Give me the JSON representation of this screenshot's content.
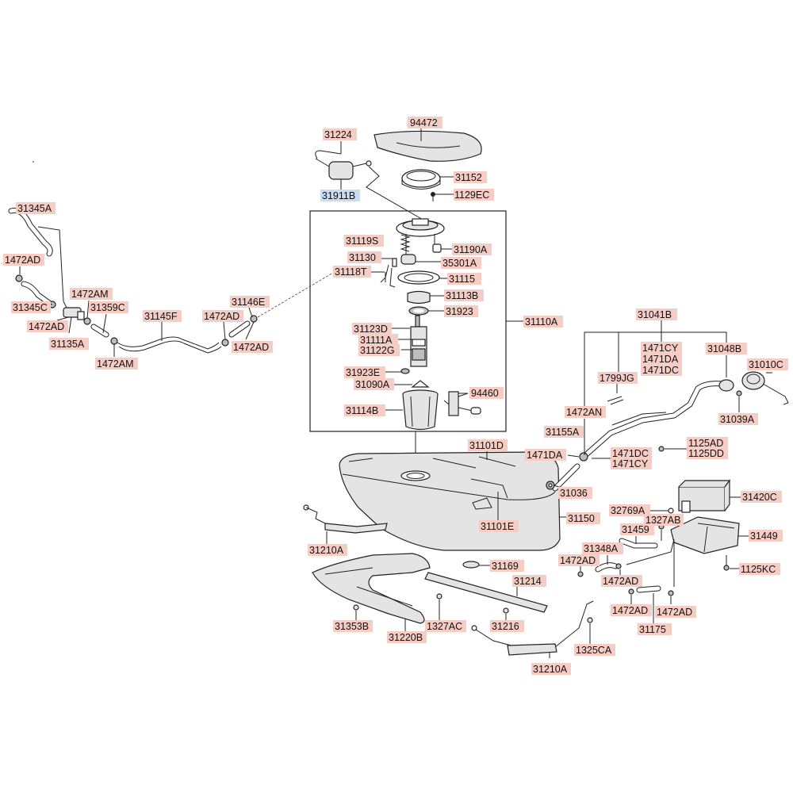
{
  "diagram": {
    "colors": {
      "label_bg": "#f6cdc4",
      "selected_label_bg": "#c9dcf2",
      "line": "#222222"
    },
    "labels": [
      {
        "id": "31224",
        "text": "31224"
      },
      {
        "id": "94472",
        "text": "94472"
      },
      {
        "id": "31152",
        "text": "31152"
      },
      {
        "id": "31911B",
        "text": "31911B",
        "selected": true
      },
      {
        "id": "1129EC",
        "text": "1129EC"
      },
      {
        "id": "31119S",
        "text": "31119S"
      },
      {
        "id": "31190A",
        "text": "31190A"
      },
      {
        "id": "31130",
        "text": "31130"
      },
      {
        "id": "35301A",
        "text": "35301A"
      },
      {
        "id": "31118T",
        "text": "31118T"
      },
      {
        "id": "31115",
        "text": "31115"
      },
      {
        "id": "31113B",
        "text": "31113B"
      },
      {
        "id": "31923",
        "text": "31923"
      },
      {
        "id": "31110A",
        "text": "31110A"
      },
      {
        "id": "31123D",
        "text": "31123D"
      },
      {
        "id": "31111A",
        "text": "31111A"
      },
      {
        "id": "31122G",
        "text": "31122G"
      },
      {
        "id": "31923E",
        "text": "31923E"
      },
      {
        "id": "31090A",
        "text": "31090A"
      },
      {
        "id": "94460",
        "text": "94460"
      },
      {
        "id": "31114B",
        "text": "31114B"
      },
      {
        "id": "31345A",
        "text": "31345A"
      },
      {
        "id": "1472AD_a",
        "text": "1472AD"
      },
      {
        "id": "31345C",
        "text": "31345C"
      },
      {
        "id": "1472AM_a",
        "text": "1472AM"
      },
      {
        "id": "31359C",
        "text": "31359C"
      },
      {
        "id": "1472AD_b",
        "text": "1472AD"
      },
      {
        "id": "31135A",
        "text": "31135A"
      },
      {
        "id": "31145F",
        "text": "31145F"
      },
      {
        "id": "1472AD_c",
        "text": "1472AD"
      },
      {
        "id": "31146E",
        "text": "31146E"
      },
      {
        "id": "1472AD_d",
        "text": "1472AD"
      },
      {
        "id": "1472AM_b",
        "text": "1472AM"
      },
      {
        "id": "31041B",
        "text": "31041B"
      },
      {
        "id": "1471CY_a",
        "text": "1471CY"
      },
      {
        "id": "1471DA_a",
        "text": "1471DA"
      },
      {
        "id": "1471DC_a",
        "text": "1471DC"
      },
      {
        "id": "31048B",
        "text": "31048B"
      },
      {
        "id": "31010C",
        "text": "31010C"
      },
      {
        "id": "1799JG",
        "text": "1799JG"
      },
      {
        "id": "1472AN",
        "text": "1472AN"
      },
      {
        "id": "31039A",
        "text": "31039A"
      },
      {
        "id": "31155A",
        "text": "31155A"
      },
      {
        "id": "1125AD",
        "text": "1125AD"
      },
      {
        "id": "1125DD",
        "text": "1125DD"
      },
      {
        "id": "1471DA_b",
        "text": "1471DA"
      },
      {
        "id": "1471DC_b",
        "text": "1471DC"
      },
      {
        "id": "1471CY_b",
        "text": "1471CY"
      },
      {
        "id": "31036",
        "text": "31036"
      },
      {
        "id": "31101D",
        "text": "31101D"
      },
      {
        "id": "31101E",
        "text": "31101E"
      },
      {
        "id": "31150",
        "text": "31150"
      },
      {
        "id": "31420C",
        "text": "31420C"
      },
      {
        "id": "32769A",
        "text": "32769A"
      },
      {
        "id": "1327AB",
        "text": "1327AB"
      },
      {
        "id": "31459",
        "text": "31459"
      },
      {
        "id": "31449",
        "text": "31449"
      },
      {
        "id": "31348A",
        "text": "31348A"
      },
      {
        "id": "1472AD_e",
        "text": "1472AD"
      },
      {
        "id": "1125KC",
        "text": "1125KC"
      },
      {
        "id": "1472AD_f",
        "text": "1472AD"
      },
      {
        "id": "1472AD_g",
        "text": "1472AD"
      },
      {
        "id": "1472AD_h",
        "text": "1472AD"
      },
      {
        "id": "31175",
        "text": "31175"
      },
      {
        "id": "31210A_a",
        "text": "31210A"
      },
      {
        "id": "31169",
        "text": "31169"
      },
      {
        "id": "31214",
        "text": "31214"
      },
      {
        "id": "31353B",
        "text": "31353B"
      },
      {
        "id": "31220B",
        "text": "31220B"
      },
      {
        "id": "1327AC",
        "text": "1327AC"
      },
      {
        "id": "31216",
        "text": "31216"
      },
      {
        "id": "1325CA",
        "text": "1325CA"
      },
      {
        "id": "31210A_b",
        "text": "31210A"
      }
    ]
  }
}
